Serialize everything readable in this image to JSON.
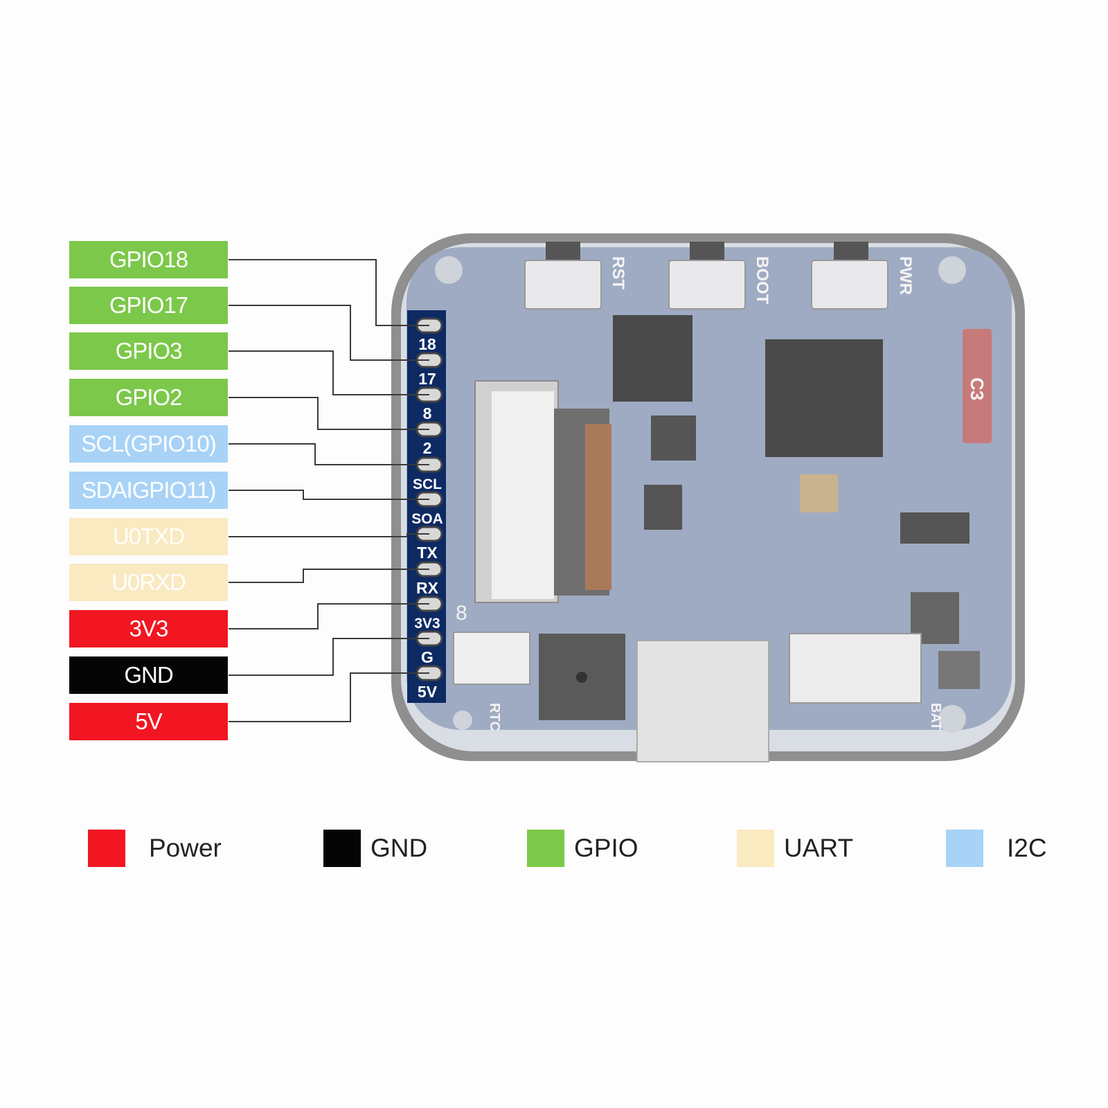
{
  "colors": {
    "gpio": "#7cc84a",
    "i2c": "#a8d3f6",
    "uart": "#faeac2",
    "power": "#f11622",
    "gnd": "#050505",
    "board": "#9aa7be",
    "case": "#8d8d8d"
  },
  "pin_labels": [
    {
      "text": "GPIO18",
      "group": "gpio"
    },
    {
      "text": "GPIO17",
      "group": "gpio"
    },
    {
      "text": "GPIO3",
      "group": "gpio"
    },
    {
      "text": "GPIO2",
      "group": "gpio"
    },
    {
      "text": "SCL(GPIO10)",
      "group": "i2c"
    },
    {
      "text": "SDAIGPIO11)",
      "group": "i2c"
    },
    {
      "text": "U0TXD",
      "group": "uart"
    },
    {
      "text": "U0RXD",
      "group": "uart"
    },
    {
      "text": "3V3",
      "group": "power"
    },
    {
      "text": "GND",
      "group": "gnd"
    },
    {
      "text": "5V",
      "group": "power"
    }
  ],
  "header_pins": [
    "18",
    "17",
    "8",
    "2",
    "SCL",
    "SOA",
    "TX",
    "RX",
    "3V3",
    "G",
    "5V"
  ],
  "board_text": {
    "rst": "RST",
    "boot": "BOOT",
    "pwr": "PWR",
    "rtc": "RTC",
    "bat": "BAT",
    "c3": "C3",
    "pin8": "8"
  },
  "legend": [
    {
      "label": "Power",
      "group": "power"
    },
    {
      "label": "GND",
      "group": "gnd"
    },
    {
      "label": "GPIO",
      "group": "gpio"
    },
    {
      "label": "UART",
      "group": "uart"
    },
    {
      "label": "I2C",
      "group": "i2c"
    }
  ]
}
